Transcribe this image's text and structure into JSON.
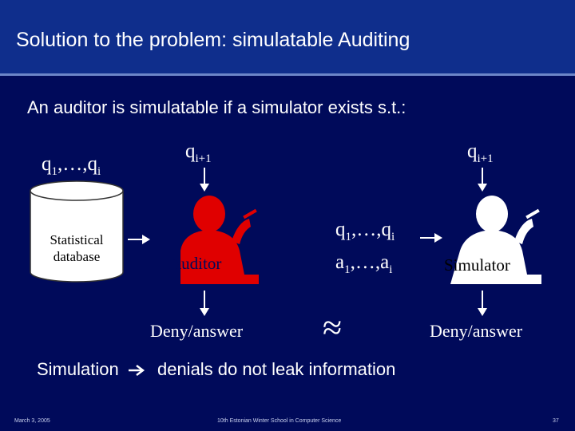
{
  "slide": {
    "title": "Solution to the problem: simulatable Auditing",
    "intro": "An auditor is simulatable if a simulator exists s.t.:",
    "query_list_base": "q",
    "query_list_sub1": "1",
    "query_list_mid": ",…,q",
    "query_list_subi": "i",
    "q_next_base": "q",
    "q_next_sub": "i+1",
    "database_label_line1": "Statistical",
    "database_label_line2": "database",
    "auditor_label": "Auditor",
    "simulator_label": "Simulator",
    "sim_input_q_base": "q",
    "sim_input_q_sub1": "1",
    "sim_input_q_mid": ",…,q",
    "sim_input_q_subi": "i",
    "sim_input_a_base": "a",
    "sim_input_a_sub1": "1",
    "sim_input_a_mid": ",…,a",
    "sim_input_a_subi": "i",
    "deny_answer_left": "Deny/answer",
    "deny_answer_right": "Deny/answer",
    "approx_symbol": "≈",
    "conclusion_left": "Simulation",
    "conclusion_right": "denials do not leak information"
  },
  "footer": {
    "date": "March 3, 2005",
    "event": "10th Estonian Winter School in Computer Science",
    "page": "37"
  },
  "colors": {
    "background": "#000a5a",
    "title_bar": "#0f2e8c",
    "auditor_figure": "#e00000",
    "simulator_figure": "#ffffff"
  }
}
